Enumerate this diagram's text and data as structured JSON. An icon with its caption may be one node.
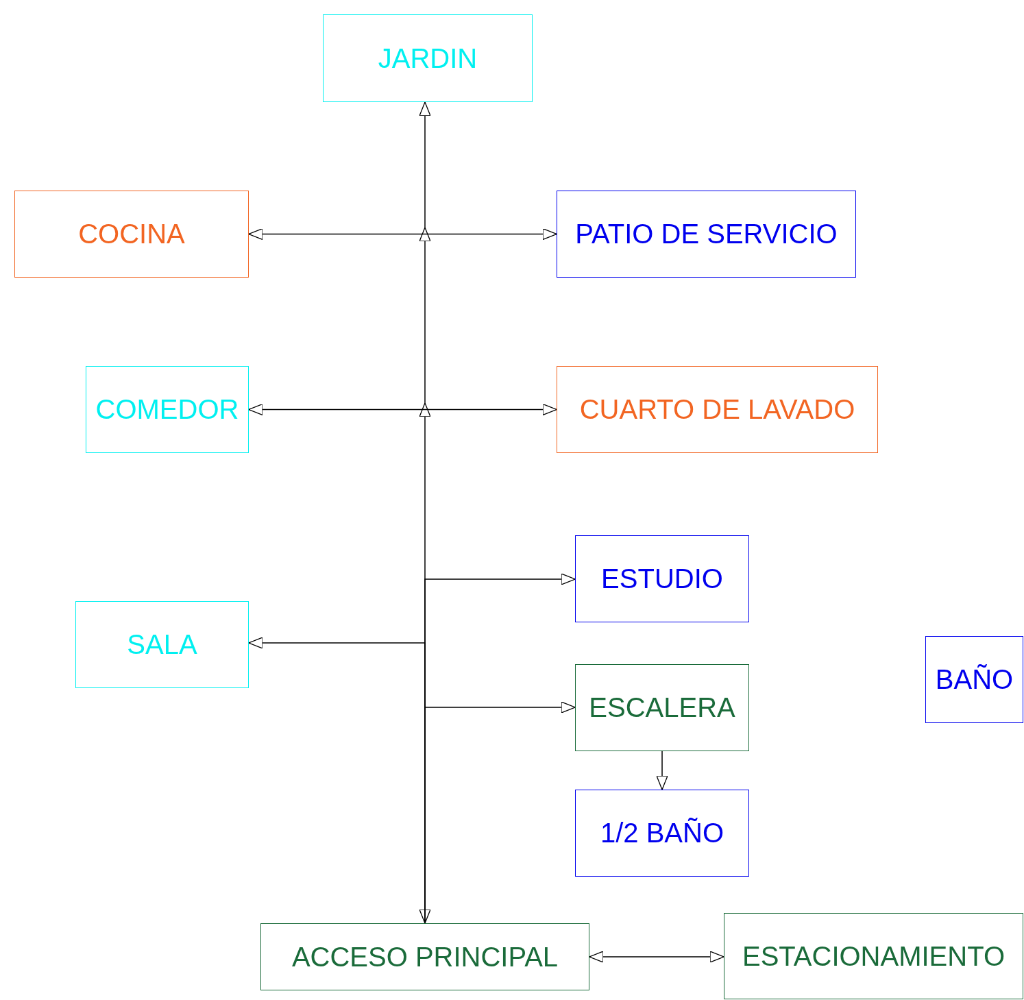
{
  "diagram": {
    "nodes": [
      {
        "text": [
          "JARDIN"
        ]
      },
      {
        "text": [
          "COCINA"
        ]
      },
      {
        "text": [
          "PATIO DE SERVICIO"
        ]
      },
      {
        "text": [
          "COMEDOR"
        ]
      },
      {
        "text": [
          "CUARTO DE LAVADO"
        ]
      },
      {
        "text": [
          "ESTUDIO"
        ]
      },
      {
        "text": [
          "SALA"
        ]
      },
      {
        "text": [
          "BAÑO"
        ]
      },
      {
        "text": [
          "ESCALERA"
        ]
      },
      {
        "text": [
          "1/2 BAÑO"
        ]
      },
      {
        "text": [
          "ACCESO PRINCIPAL"
        ]
      },
      {
        "text": [
          "ESTACIONAMIENTO"
        ]
      }
    ],
    "edges": [
      {
        "from": 10,
        "to": 0,
        "arrow": "both"
      },
      {
        "from": 1,
        "to": 2,
        "arrow": "both"
      },
      {
        "from": 3,
        "to": 4,
        "arrow": "both"
      },
      {
        "from": 10,
        "to": 6,
        "arrow": "to"
      },
      {
        "from": 10,
        "to": 5,
        "arrow": "to"
      },
      {
        "from": 10,
        "to": 8,
        "arrow": "to"
      },
      {
        "from": 8,
        "to": 9,
        "arrow": "to"
      },
      {
        "from": 10,
        "to": 11,
        "arrow": "both"
      }
    ]
  }
}
